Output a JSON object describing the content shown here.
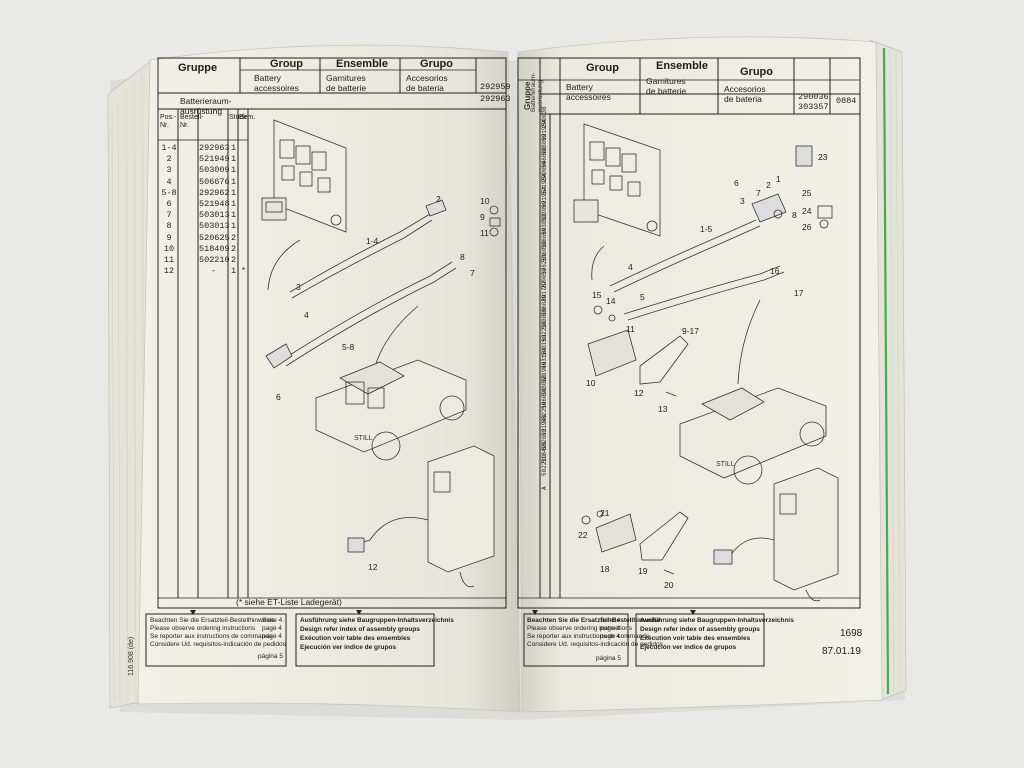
{
  "left_page": {
    "header": {
      "gruppe": "Gruppe",
      "group": "Group",
      "ensemble": "Ensemble",
      "grupo": "Grupo",
      "de": "Batterieraum-\nausrüstung",
      "en": "Battery\naccessoires",
      "fr": "Garnitures\nde batterie",
      "es": "Accesorios\nde bateria",
      "codes": [
        "292959",
        "292963"
      ]
    },
    "col_headers": [
      "Pos.-Nr.",
      "Bestell-Nr.",
      "Stück",
      "Bem."
    ],
    "rows": [
      {
        "pos": "1-4",
        "part": "292963",
        "qty": "1",
        "note": ""
      },
      {
        "pos": "2",
        "part": "521949",
        "qty": "1",
        "note": ""
      },
      {
        "pos": "3",
        "part": "503009",
        "qty": "1",
        "note": ""
      },
      {
        "pos": "4",
        "part": "506676",
        "qty": "1",
        "note": ""
      },
      {
        "pos": "5-8",
        "part": "292962",
        "qty": "1",
        "note": ""
      },
      {
        "pos": "6",
        "part": "521948",
        "qty": "1",
        "note": ""
      },
      {
        "pos": "7",
        "part": "503013",
        "qty": "1",
        "note": ""
      },
      {
        "pos": "8",
        "part": "503013",
        "qty": "1",
        "note": ""
      },
      {
        "pos": "9",
        "part": "520625",
        "qty": "2",
        "note": ""
      },
      {
        "pos": "10",
        "part": "518409",
        "qty": "2",
        "note": ""
      },
      {
        "pos": "11",
        "part": "502210",
        "qty": "2",
        "note": ""
      },
      {
        "pos": "12",
        "part": "-",
        "qty": "1",
        "note": "*"
      }
    ],
    "drawing_note": "(* siehe ET-Liste Ladegerät)",
    "callouts": [
      "1-4",
      "2",
      "3",
      "4",
      "5-8",
      "6",
      "7",
      "8",
      "9",
      "10",
      "11",
      "12"
    ],
    "footer": {
      "left_lines": [
        "Beachten Sie die Ersatzteil-Bestellhinweise",
        "Please observe ordering instructions",
        "Se reporter aux instructions de commande",
        "Considere Ud. requisitos-indicación de pedidos"
      ],
      "left_pages": [
        "Seite 4",
        "page 4",
        "page 4",
        "página 5"
      ],
      "right_lines": [
        "Ausführung siehe Baugruppen-Inhaltsverzeichnis",
        "Design refer index of assembly groups",
        "Exécution voir table des ensembles",
        "Ejecución ver indice de grupos"
      ],
      "side_code": "116.908 (de)"
    }
  },
  "right_page": {
    "header": {
      "gruppe": "Gruppe",
      "group": "Group",
      "ensemble": "Ensemble",
      "grupo": "Grupo",
      "de": "Batterieraum-\nausrüstung",
      "en": "Battery\naccessoires",
      "fr": "Garnitures\nde batterie",
      "es": "Accesorios\nde bateria",
      "codes": [
        "290036",
        "303357"
      ],
      "page_code": "0884"
    },
    "rows": [
      "290036",
      "521954",
      "503009",
      "506680",
      "290004",
      "521954",
      "521954",
      "503009",
      "503013",
      "506680",
      "506010",
      "506251",
      "290037",
      "291787",
      "506680",
      "503009",
      "502210",
      "503183",
      "503184",
      "521949",
      "503080",
      "506090",
      "502210",
      "521949",
      "502625",
      "518409",
      "502210",
      "A"
    ],
    "callouts": [
      "1",
      "1-5",
      "2",
      "3",
      "4",
      "5",
      "6",
      "7",
      "8",
      "9-17",
      "10",
      "11",
      "12",
      "13",
      "14",
      "15",
      "16",
      "17",
      "18",
      "19",
      "20",
      "21",
      "22",
      "23",
      "24",
      "25",
      "26"
    ],
    "footer": {
      "left_lines": [
        "Beachten Sie die Ersatzteil-Bestellhinweise",
        "Please observe ordering instructions",
        "Se reporter aux instructions de commande",
        "Considere Ud. requisitos-indicación de pedidos"
      ],
      "left_pages": [
        "Seite 4",
        "page 4",
        "page 4",
        "página 5"
      ],
      "right_lines": [
        "Ausführung siehe Baugruppen-Inhaltsverzeichnis",
        "Design refer index of assembly groups",
        "Exécution voir table des ensembles",
        "Ejecución ver indice de grupos"
      ],
      "number": "1698",
      "date": "87.01.19"
    }
  },
  "colors": {
    "background": "#e9e9e7",
    "paper": "#f2f1e8",
    "ink": "#1c1c1c",
    "green_edge": "#3fae4c"
  }
}
